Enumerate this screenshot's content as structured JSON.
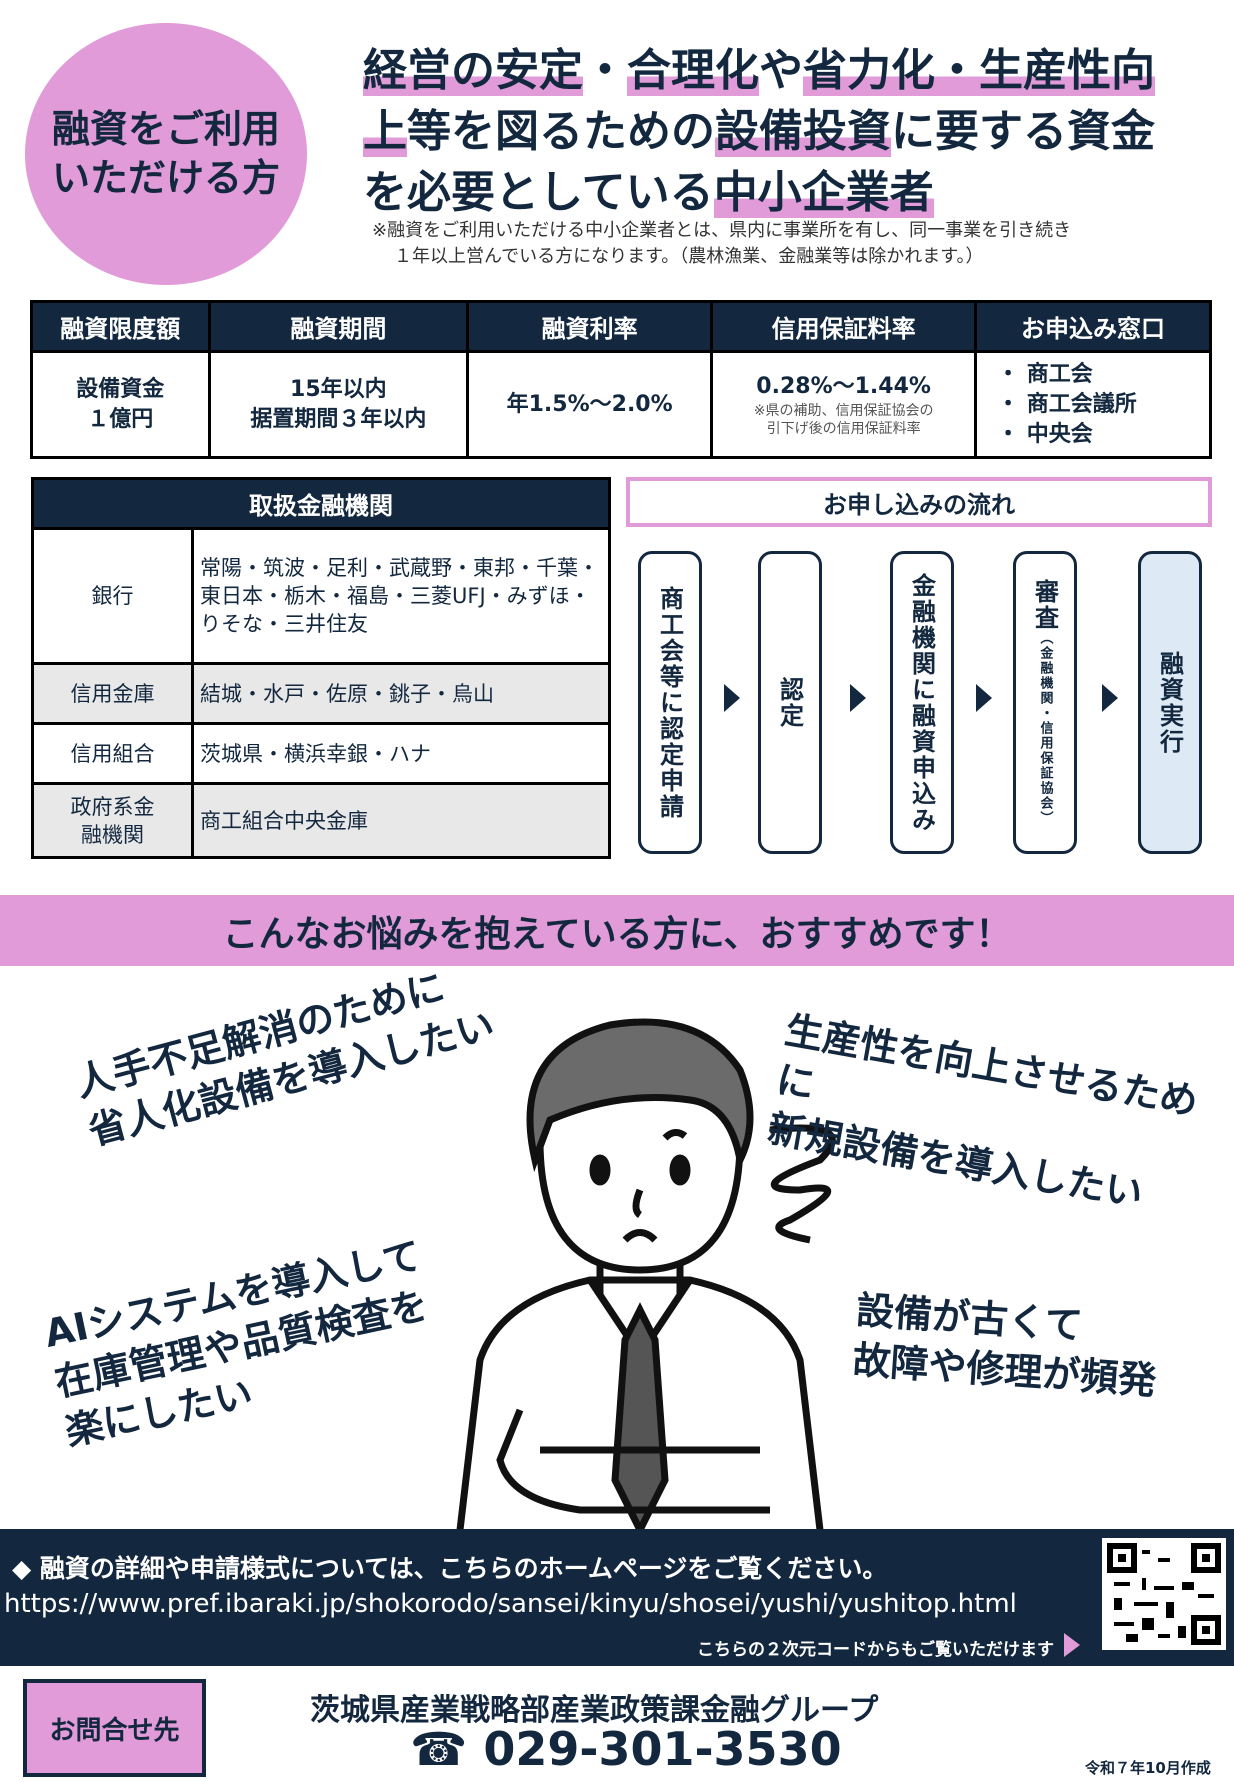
{
  "eligible": {
    "label_line1": "融資をご利用",
    "label_line2": "いただける方",
    "headline": [
      "経営の安定",
      "・",
      "合理化",
      "や",
      "省力化",
      "・",
      "生産性向",
      "上",
      "等を図るための",
      "設備投資",
      "に要する資金",
      "を必要としている",
      "中小企業者"
    ],
    "note_line1": "※融資をご利用いただける中小企業者とは、県内に事業所を有し、同一事業を引き続き",
    "note_line2": "１年以上営んでいる方になります。（農林漁業、金融業等は除かれます。）"
  },
  "terms": {
    "headers": [
      "融資限度額",
      "融資期間",
      "融資利率",
      "信用保証料率",
      "お申込み窓口"
    ],
    "limit": [
      "設備資金",
      "１億円"
    ],
    "period": [
      "15年以内",
      "据置期間３年以内"
    ],
    "rate": "年1.5%～2.0%",
    "guarantee": "0.28%～1.44%",
    "guarantee_note": [
      "※県の補助、信用保証協会の",
      "引下げ後の信用保証料率"
    ],
    "windows": [
      "・ 商工会",
      "・ 商工会議所",
      "・ 中央会"
    ]
  },
  "institutions": {
    "title": "取扱金融機関",
    "rows": [
      {
        "type": "銀行",
        "names": "常陽・筑波・足利・武蔵野・東邦・千葉・東日本・栃木・福島・三菱UFJ・みずほ・りそな・三井住友"
      },
      {
        "type": "信用金庫",
        "names": "結城・水戸・佐原・銚子・烏山"
      },
      {
        "type": "信用組合",
        "names": "茨城県・横浜幸銀・ハナ"
      },
      {
        "type": "政府系金融機関",
        "names": "商工組合中央金庫"
      }
    ]
  },
  "flow": {
    "title": "お申し込みの流れ",
    "steps": [
      "商工会等に認定申請",
      "認定",
      "金融機関に融資申込み",
      "審査",
      "融資実行"
    ],
    "step4_sub": "（金融機関・信用保証協会）"
  },
  "banner": "こんなお悩みを抱えている方に、おすすめです！",
  "wishes": [
    [
      "人手不足解消のために",
      "省人化設備を導入したい"
    ],
    [
      "生産性を向上させるために",
      "新規設備を導入したい"
    ],
    [
      "AIシステムを導入して",
      "在庫管理や品質検査を",
      "楽にしたい"
    ],
    [
      "設備が古くて",
      "故障や修理が頻発"
    ]
  ],
  "info": {
    "line1": "◆ 融資の詳細や申請様式については、こちらのホームページをご覧ください。",
    "url": "https://www.pref.ibaraki.jp/shokorodo/sansei/kinyu/shosei/yushi/yushitop.html",
    "qr_note": "こちらの２次元コードからもご覧いただけます"
  },
  "contact": {
    "label": "お問合せ先",
    "dept": "茨城県産業戦略部産業政策課金融グループ",
    "tel": "029-301-3530",
    "tel_icon": "☎"
  },
  "date": "令和７年10月作成",
  "colors": {
    "navy": "#13283f",
    "pink": "#e19bd9",
    "light_blue": "#dde9f5"
  }
}
